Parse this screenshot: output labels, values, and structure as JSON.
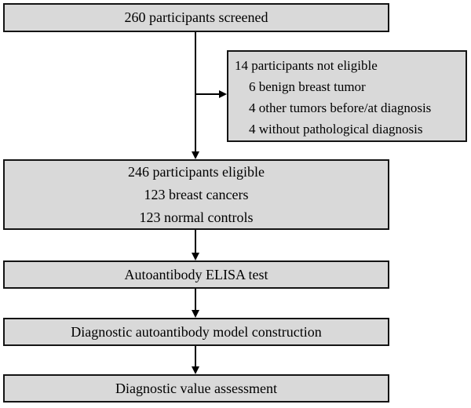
{
  "flowchart": {
    "screened": {
      "label": "260 participants screened"
    },
    "not_eligible": {
      "title": "14 participants not eligible",
      "items": [
        "6 benign breast tumor",
        "4 other tumors before/at diagnosis",
        "4 without pathological diagnosis"
      ]
    },
    "eligible": {
      "lines": [
        "246 participants eligible",
        "123 breast cancers",
        "123 normal controls"
      ]
    },
    "elisa": {
      "label": "Autoantibody ELISA test"
    },
    "model": {
      "label": "Diagnostic autoantibody model construction"
    },
    "assessment": {
      "label": "Diagnostic value assessment"
    }
  },
  "colors": {
    "box_fill": "#d9d9d9",
    "box_border": "#141414",
    "arrow": "#000000",
    "background": "#ffffff"
  }
}
